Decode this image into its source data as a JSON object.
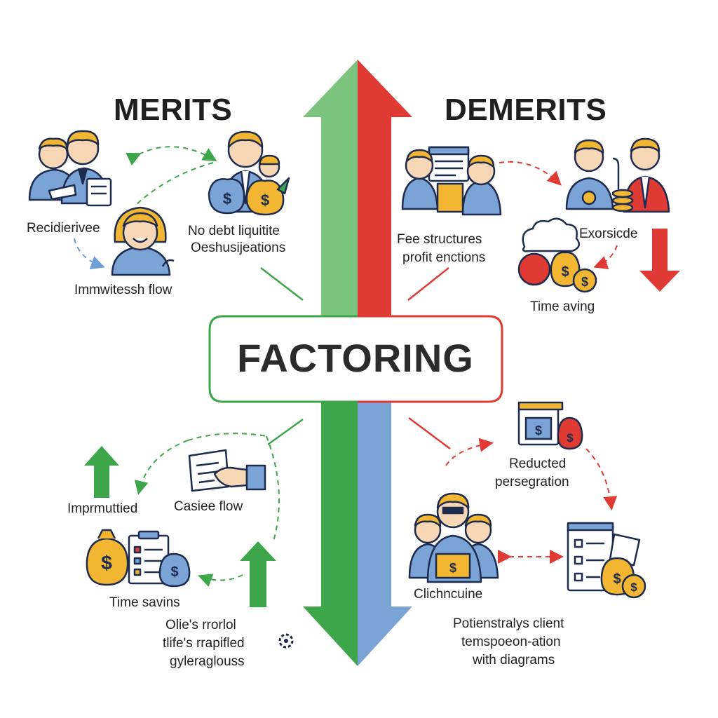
{
  "headings": {
    "merits": "MERITS",
    "demerits": "DEMERITS"
  },
  "center": {
    "title": "FACTORING"
  },
  "merits_top": {
    "label_left": "Recidierivee",
    "label_right_line1": "No debt liquitite",
    "label_right_line2": "Oeshusijeations",
    "label_bottom": "Immwitessh flow"
  },
  "demerits_top": {
    "label_left_line1": "Fee structures",
    "label_left_line2": "profit enctions",
    "label_right": "Exorsicde",
    "label_bottom": "Time aving"
  },
  "merits_bottom": {
    "label_left": "Imprmuttied",
    "label_right": "Casiee flow",
    "label_bottom": "Time savins",
    "footer_line1": "Olie's rrorlol",
    "footer_line2": "tlife's rrapifled",
    "footer_line3": "gyleraglouss"
  },
  "demerits_bottom": {
    "label_top_line1": "Reducted",
    "label_top_line2": "persegration",
    "label_left": "Clichncuine",
    "footer_line1": "Potienstralys client",
    "footer_line2": "temspoeon-ation",
    "footer_line3": "with diagrams"
  },
  "colors": {
    "green": "#3da64a",
    "light_green": "#7cc47d",
    "red": "#e03a34",
    "blue": "#7aa3d6",
    "gold": "#f2b632",
    "navy": "#1d2b4f",
    "skin": "#f7d7b5"
  }
}
